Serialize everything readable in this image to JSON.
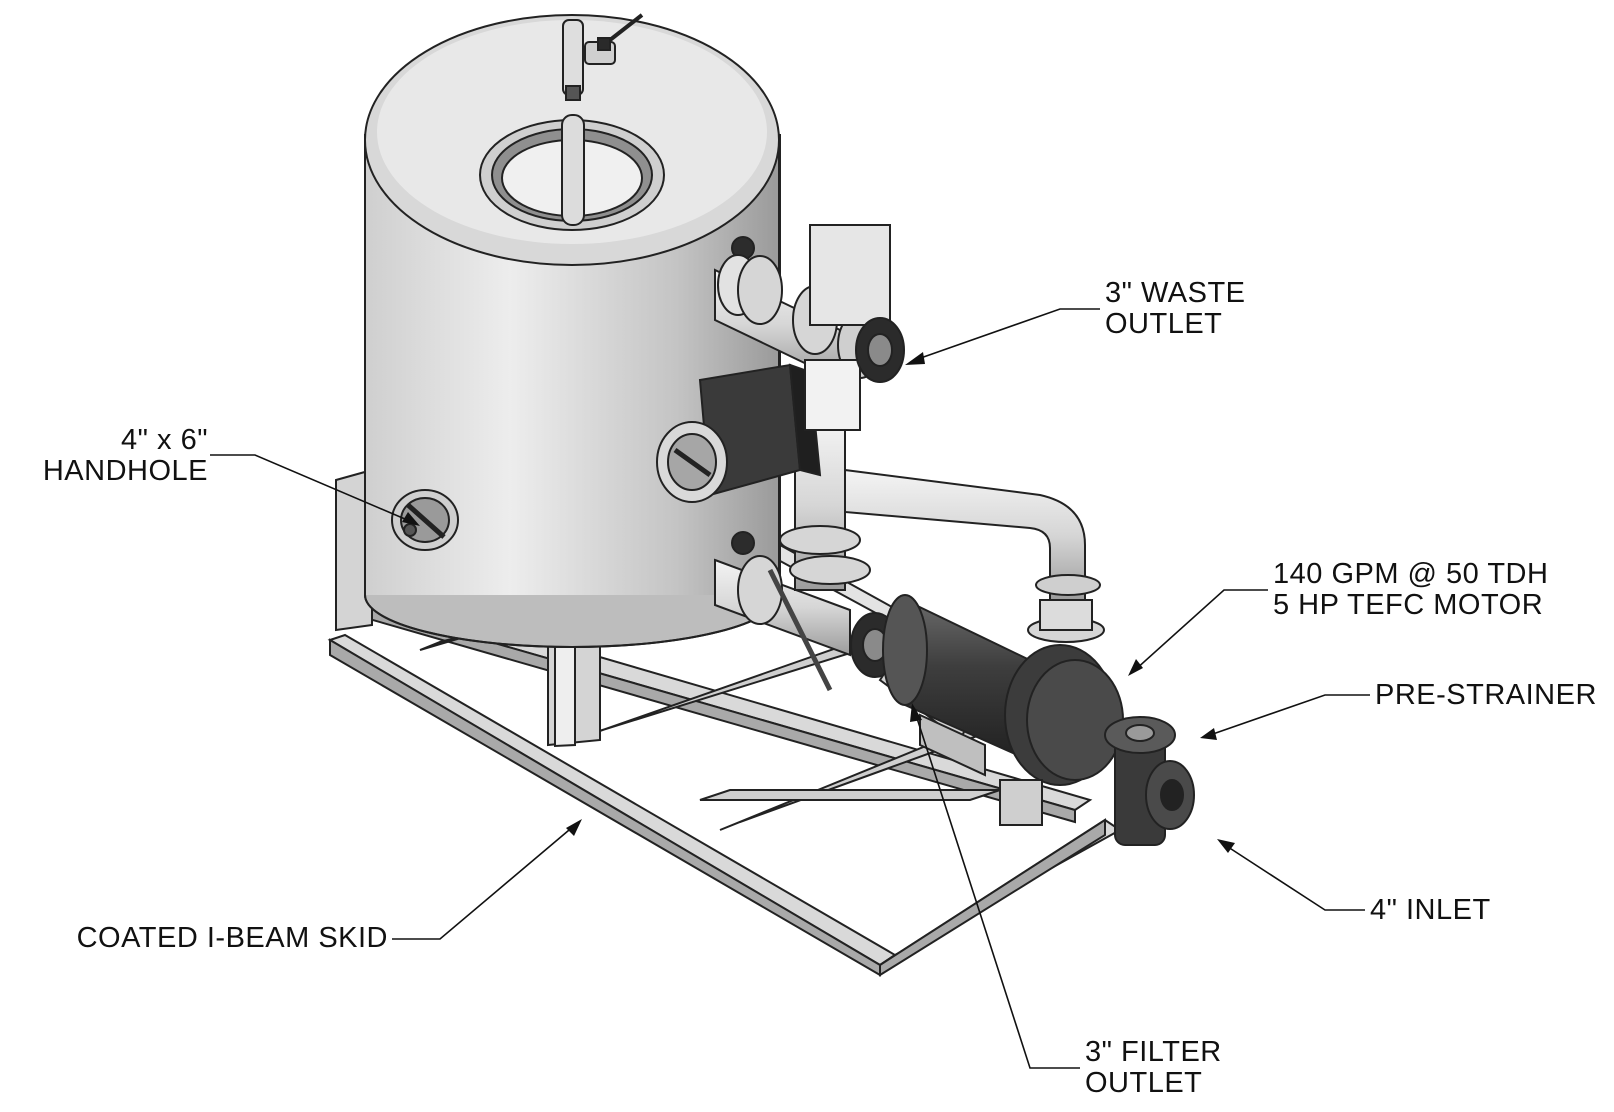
{
  "callouts": {
    "waste_outlet": [
      "3\" WASTE",
      "OUTLET"
    ],
    "handhole": [
      "4\" x 6\"",
      "HANDHOLE"
    ],
    "pump": [
      "140 GPM @ 50 TDH",
      "5 HP TEFC MOTOR"
    ],
    "pre_strainer": [
      "PRE-STRAINER"
    ],
    "inlet": [
      "4\" INLET"
    ],
    "skid": [
      "COATED I-BEAM SKID"
    ],
    "filter_outlet": [
      "3\" FILTER",
      "OUTLET"
    ]
  },
  "colors": {
    "tank_light": "#e6e6e6",
    "tank_mid": "#bdbdbd",
    "tank_dark": "#8a8a8a",
    "steel": "#d2d2d2",
    "dark_parts": "#3a3a3a",
    "line": "#111111"
  }
}
